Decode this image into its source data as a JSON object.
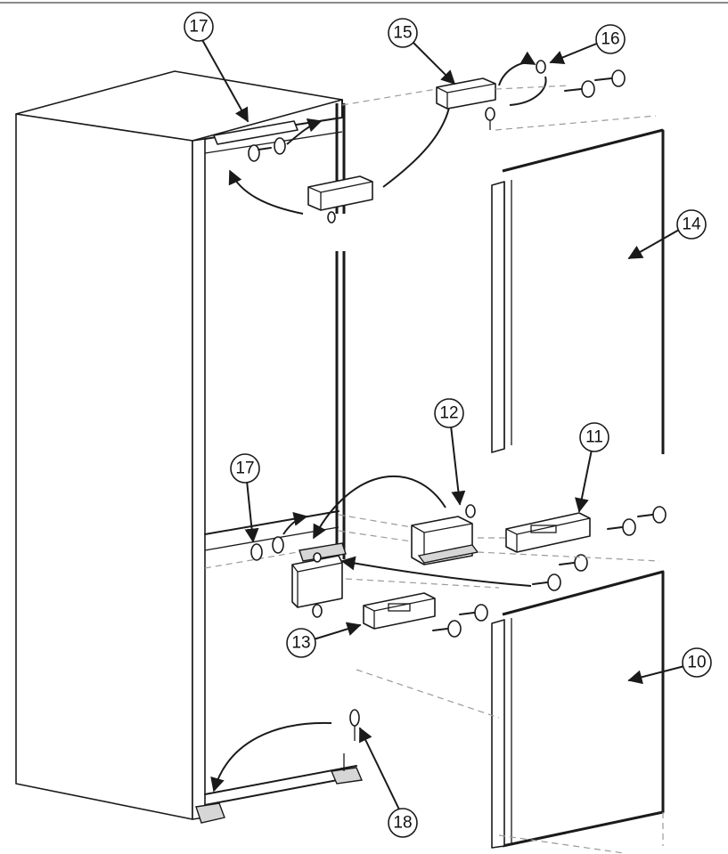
{
  "callouts": [
    {
      "id": "c17-top",
      "label": "17"
    },
    {
      "id": "c15",
      "label": "15"
    },
    {
      "id": "c16",
      "label": "16"
    },
    {
      "id": "c14",
      "label": "14"
    },
    {
      "id": "c12",
      "label": "12"
    },
    {
      "id": "c11",
      "label": "11"
    },
    {
      "id": "c17-mid",
      "label": "17"
    },
    {
      "id": "c13",
      "label": "13"
    },
    {
      "id": "c10",
      "label": "10"
    },
    {
      "id": "c18",
      "label": "18"
    }
  ],
  "colors": {
    "line": "#1a1a1a",
    "dashed": "#9a9a9a",
    "background": "#ffffff"
  }
}
